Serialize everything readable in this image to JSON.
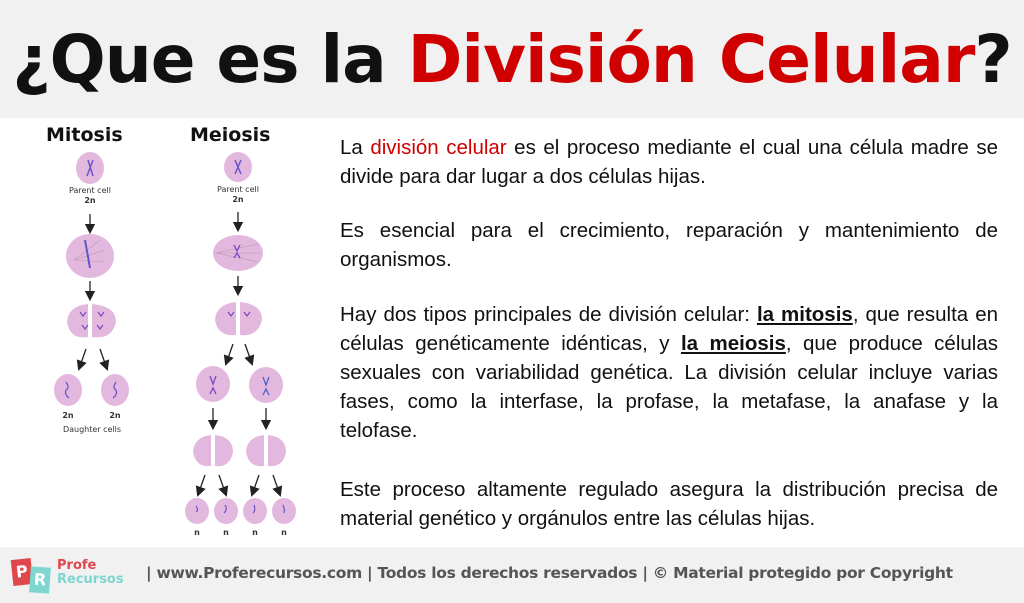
{
  "header": {
    "title_prefix": "¿Que es la ",
    "title_highlight": "División Celular",
    "title_suffix": "?",
    "colors": {
      "text": "#111111",
      "highlight": "#d10000",
      "background": "#f1f1f1"
    }
  },
  "diagram": {
    "mitosis": {
      "title": "Mitosis",
      "parent_label": "Parent cell",
      "parent_ploidy": "2n",
      "daughter_ploidy": [
        "2n",
        "2n"
      ],
      "daughter_label": "Daughter cells"
    },
    "meiosis": {
      "title": "Meiosis",
      "parent_label": "Parent cell",
      "parent_ploidy": "2n",
      "daughter_ploidy": [
        "n",
        "n",
        "n",
        "n"
      ]
    },
    "colors": {
      "cell": "#e3b8df",
      "cell_edge": "#cf9fcb",
      "chromosome_a": "#8a3fc0",
      "chromosome_b": "#4a63c8"
    }
  },
  "content": {
    "p1": {
      "before": "La ",
      "highlight": "división celular",
      "after": " es el proceso mediante el cual una célula madre se divide para dar lugar a dos células hijas."
    },
    "p2": "Es esencial para el crecimiento, reparación y mantenimiento de organismos.",
    "p3": {
      "part1": "Hay dos tipos principales de división celular: ",
      "term1": "la mitosis",
      "part2": ", que resulta en células genéticamente idénticas, y ",
      "term2": "la meiosis",
      "part3": ", que produce células sexuales con variabilidad genética. La división celular incluye varias fases, como la interfase, la profase, la metafase, la anafase y la telofase."
    },
    "p4": "Este proceso altamente regulado asegura la distribución precisa de material genético y orgánulos entre las células hijas."
  },
  "footer": {
    "logo_letter_p": "P",
    "logo_letter_r": "R",
    "logo_line1": "Profe",
    "logo_line2": "Recursos",
    "text": "| www.Proferecursos.com | Todos los derechos reservados | © Material protegido por Copyright"
  }
}
